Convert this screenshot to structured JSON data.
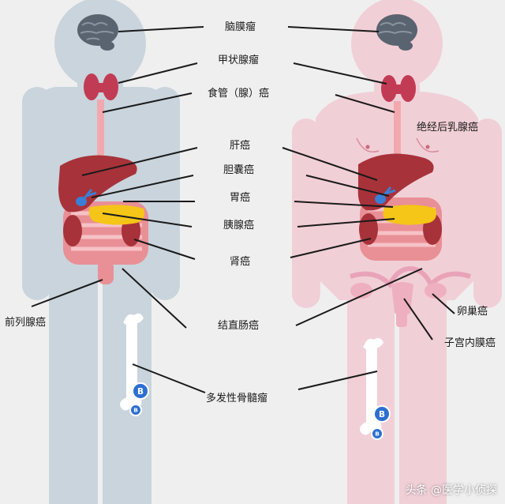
{
  "colors": {
    "background": "#efefef",
    "male_body": "#c9d4dc",
    "female_body": "#f1cfd6",
    "liver": "#a8323a",
    "thyroid": "#c23b55",
    "brain": "#5a6470",
    "stomach_yellow": "#f5c518",
    "gallbladder_blue": "#3a7fd5",
    "intestine": "#e98f96",
    "esophagus": "#f2a9ae",
    "leader_line": "#1a1a1a",
    "bone": "#ffffff",
    "marrow_cell": "#2d6fd0"
  },
  "labels": {
    "brain": "脑膜瘤",
    "thyroid": "甲状腺瘤",
    "esophagus": "食管（腺）癌",
    "breast": "绝经后乳腺癌",
    "liver": "肝癌",
    "gallbladder": "胆囊癌",
    "stomach": "胃癌",
    "pancreas": "胰腺癌",
    "kidney": "肾癌",
    "prostate": "前列腺癌",
    "colorectal": "结直肠癌",
    "ovary": "卵巢癌",
    "endometrium": "子宫内膜癌",
    "myeloma": "多发性骨髓瘤"
  },
  "marrow_cell_letter": "B",
  "watermark": "头条 @医学小侦探"
}
